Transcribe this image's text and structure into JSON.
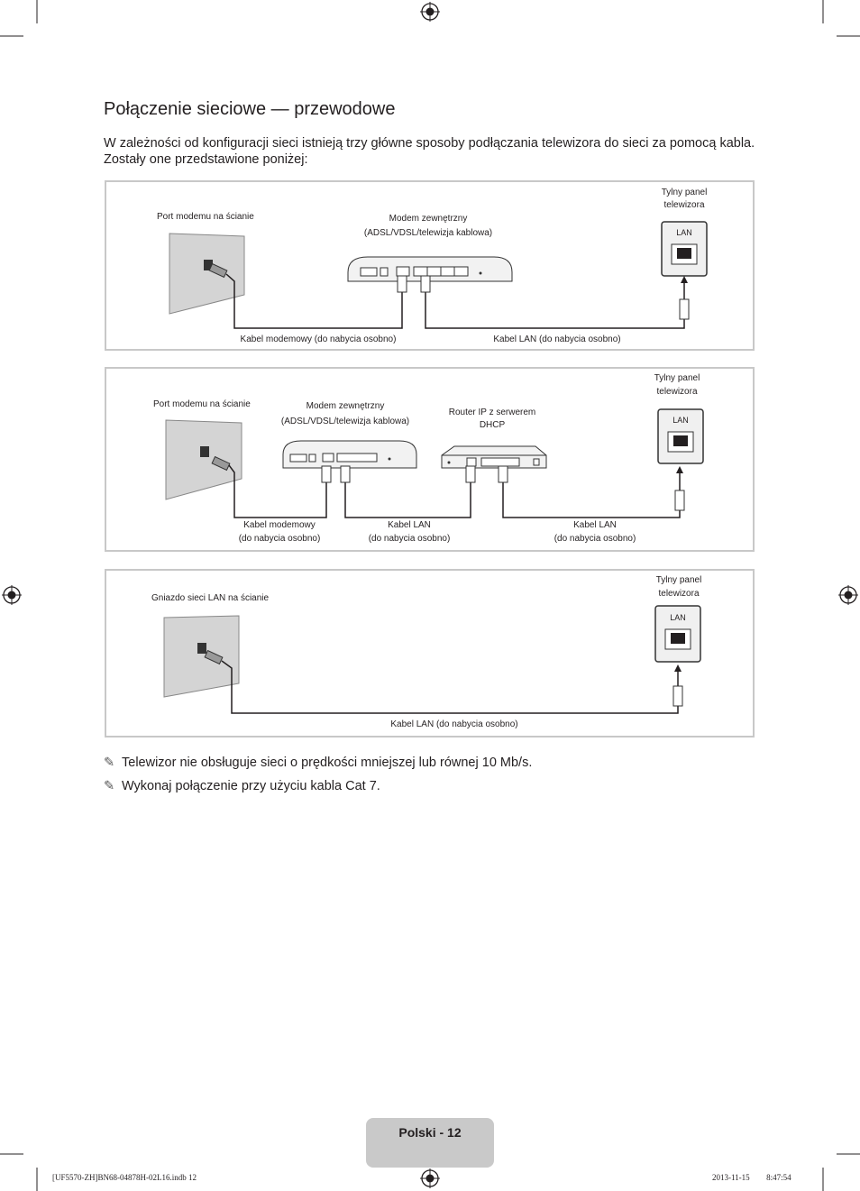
{
  "title": "Połączenie sieciowe — przewodowe",
  "intro": "W zależności od konfiguracji sieci istnieją trzy główne sposoby podłączania telewizora do sieci za pomocą kabla. Zostały one przedstawione poniżej:",
  "diagram1": {
    "wall": "Port modemu na ścianie",
    "modem_1": "Modem zewnętrzny",
    "modem_2": "(ADSL/VDSL/telewizja kablowa)",
    "tv_1": "Tylny panel",
    "tv_2": "telewizora",
    "lan": "LAN",
    "cable_modem": "Kabel modemowy (do nabycia osobno)",
    "cable_lan": "Kabel LAN (do nabycia osobno)"
  },
  "diagram2": {
    "wall": "Port modemu na ścianie",
    "modem_1": "Modem zewnętrzny",
    "modem_2": "(ADSL/VDSL/telewizja kablowa)",
    "router_1": "Router IP z serwerem",
    "router_2": "DHCP",
    "tv_1": "Tylny panel",
    "tv_2": "telewizora",
    "lan": "LAN",
    "cable_modem_1": "Kabel modemowy",
    "cable_modem_2": "(do nabycia osobno)",
    "cable_lan1_1": "Kabel LAN",
    "cable_lan1_2": "(do nabycia osobno)",
    "cable_lan2_1": "Kabel LAN",
    "cable_lan2_2": "(do nabycia osobno)"
  },
  "diagram3": {
    "wall": "Gniazdo sieci LAN na ścianie",
    "tv_1": "Tylny panel",
    "tv_2": "telewizora",
    "lan": "LAN",
    "cable_lan": "Kabel LAN (do nabycia osobno)"
  },
  "notes": [
    "Telewizor nie obsługuje sieci o prędkości mniejszej lub równej 10 Mb/s.",
    "Wykonaj połączenie przy użyciu kabla Cat 7."
  ],
  "footer": {
    "page_label": "Polski - 12",
    "file": "[UF5570-ZH]BN68-04878H-02L16.indb   12",
    "timestamp": "2013-11-15   ￿￿ 8:47:54"
  },
  "colors": {
    "border": "#c8c8c8",
    "footer_tab": "#c9c9c9",
    "line": "#231f20"
  },
  "icons": [
    "registration-mark-icon",
    "note-pencil-icon",
    "crop-mark-icon"
  ]
}
